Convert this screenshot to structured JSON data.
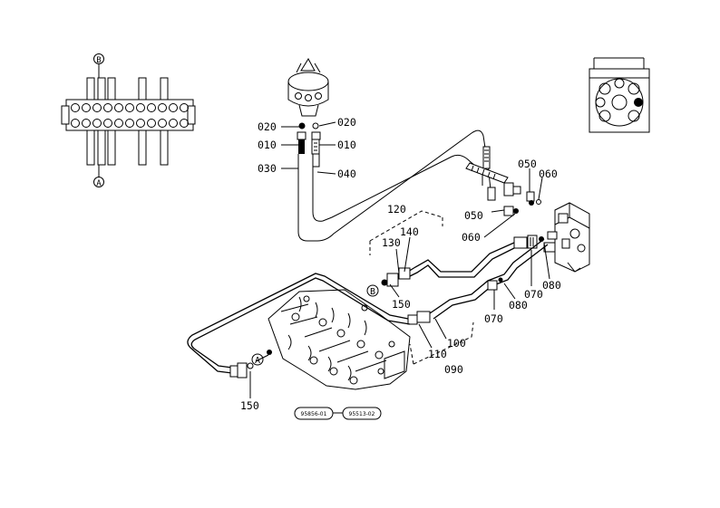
{
  "callouts": {
    "c020a": "020",
    "c020b": "020",
    "c010a": "010",
    "c010b": "010",
    "c030": "030",
    "c040": "040",
    "c050a": "050",
    "c060a": "060",
    "c050b": "050",
    "c060b": "060",
    "c120": "120",
    "c130": "130",
    "c140": "140",
    "c150a": "150",
    "c070a": "070",
    "c080a": "080",
    "c080b": "080",
    "c070b": "070",
    "c100": "100",
    "c110": "110",
    "c090": "090",
    "c150b": "150"
  },
  "markers": {
    "A_top": "A",
    "B_top": "B",
    "A_main": "A",
    "B_main": "B"
  },
  "references": {
    "ref_left": "95856-01",
    "ref_right": "95513-02"
  }
}
